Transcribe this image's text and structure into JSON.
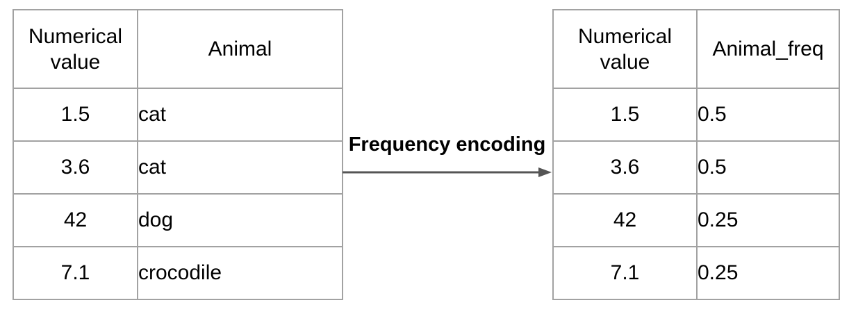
{
  "diagram": {
    "arrow_label": "Frequency encoding",
    "source_table": {
      "headers": [
        "Numerical\nvalue",
        "Animal"
      ],
      "rows": [
        [
          "1.5",
          "cat"
        ],
        [
          "3.6",
          "cat"
        ],
        [
          "42",
          "dog"
        ],
        [
          "7.1",
          "crocodile"
        ]
      ]
    },
    "encoded_table": {
      "headers": [
        "Numerical\nvalue",
        "Animal_freq"
      ],
      "rows": [
        [
          "1.5",
          "0.5"
        ],
        [
          "3.6",
          "0.5"
        ],
        [
          "42",
          "0.25"
        ],
        [
          "7.1",
          "0.25"
        ]
      ]
    },
    "colors": {
      "table_border": "#a2a2a2",
      "arrow": "#555555",
      "text": "#000000",
      "background": "#ffffff"
    }
  }
}
